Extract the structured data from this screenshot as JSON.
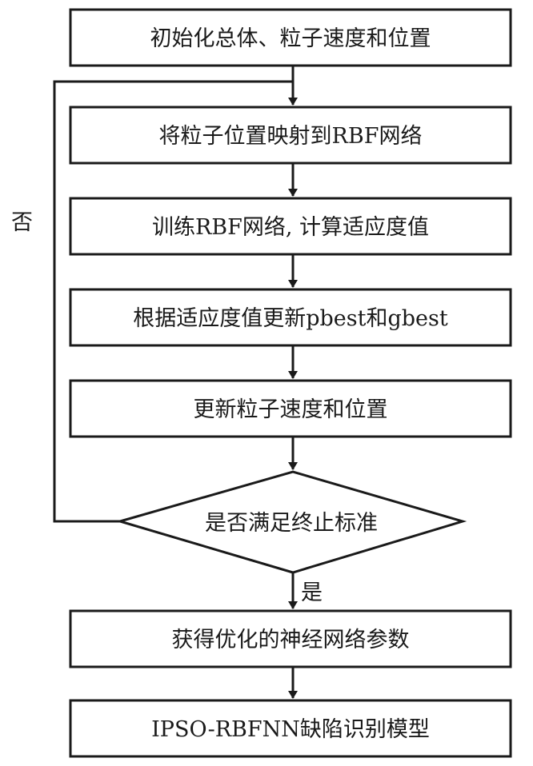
{
  "flowchart": {
    "steps": [
      "初始化总体、粒子速度和位置",
      "将粒子位置映射到RBF网络",
      "训练RBF网络, 计算适应度值",
      "根据适应度值更新pbest和gbest",
      "更新粒子速度和位置",
      "是否满足终止标准",
      "获得优化的神经网络参数",
      "IPSO-RBFNN缺陷识别模型"
    ],
    "labels": {
      "no": "否",
      "yes": "是"
    }
  }
}
